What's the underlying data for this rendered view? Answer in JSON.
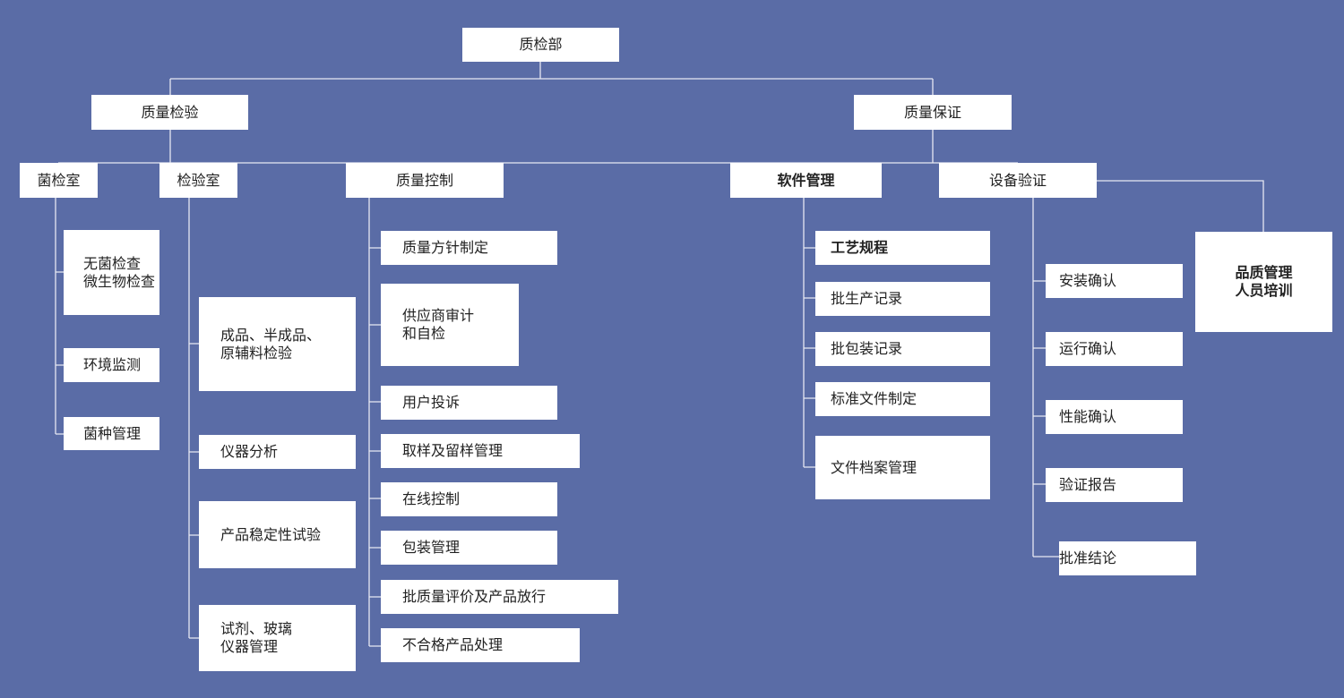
{
  "colors": {
    "background": "#5a6ca6",
    "box": "#ffffff",
    "line": "#e6e8f2",
    "text": "#222222"
  },
  "root": "质检部",
  "branches": {
    "inspection": "质量检验",
    "assurance": "质量保证"
  },
  "departments": {
    "micro_lab": "菌检室",
    "inspect_lab": "检验室",
    "quality_control": "质量控制",
    "software_mgmt": "软件管理",
    "equipment_validation": "设备验证",
    "training": "品质管理\n人员培训"
  },
  "micro_lab_items": [
    "无菌检查\n微生物检查",
    "环境监测",
    "菌种管理"
  ],
  "inspect_lab_items": [
    "成品、半成品、\n原辅料检验",
    "仪器分析",
    "产品稳定性试验",
    "试剂、玻璃\n仪器管理"
  ],
  "qc_items": [
    "质量方针制定",
    "供应商审计\n和自检",
    "用户投诉",
    "取样及留样管理",
    "在线控制",
    "包装管理",
    "批质量评价及产品放行",
    "不合格产品处理"
  ],
  "software_items": [
    "工艺规程",
    "批生产记录",
    "批包装记录",
    "标准文件制定",
    "文件档案管理"
  ],
  "validation_items": [
    "安装确认",
    "运行确认",
    "性能确认",
    "验证报告",
    "批准结论"
  ]
}
